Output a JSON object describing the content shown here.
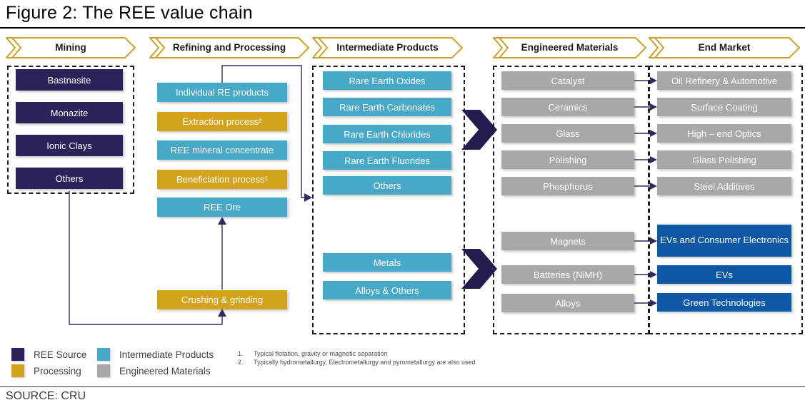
{
  "title": "Figure 2: The REE value chain",
  "source": "SOURCE: CRU",
  "headers": [
    "Mining",
    "Refining and Processing",
    "Intermediate Products",
    "Engineered Materials",
    "End Market"
  ],
  "mining": {
    "items": [
      "Bastnasite",
      "Monazite",
      "Ionic Clays",
      "Others"
    ]
  },
  "refining": {
    "items": [
      "Individual RE products",
      "Extraction process²",
      "REE mineral concentrate",
      "Beneficiation process¹",
      "REE Ore",
      "Crushing & grinding"
    ]
  },
  "intermediate": {
    "items": [
      "Rare Earth Oxides",
      "Rare Earth Carbonates",
      "Rare Earth Chlorides",
      "Rare Earth Fluorides",
      "Others",
      "Metals",
      "Alloys & Others"
    ]
  },
  "engineered": {
    "items": [
      "Catalyst",
      "Ceramics",
      "Glass",
      "Polishing",
      "Phosphorus",
      "Magnets",
      "Batteries (NiMH)",
      "Alloys"
    ]
  },
  "end_market": {
    "items": [
      "Oil Refinery & Automotive",
      "Surface Coating",
      "High – end Optics",
      "Glass Polishing",
      "Steel Additives",
      "EVs and Consumer Electronics",
      "EVs",
      "Green Technologies"
    ]
  },
  "legend": {
    "items": [
      {
        "label": "REE Source",
        "color": "#2a2359"
      },
      {
        "label": "Processing",
        "color": "#d4a31d"
      },
      {
        "label": "Intermediate Products",
        "color": "#47a8c8"
      },
      {
        "label": "Engineered Materials",
        "color": "#a8a8a8"
      }
    ]
  },
  "footnotes": [
    {
      "num": "1.",
      "text": "Typical flotation, gravity or magnetic separation"
    },
    {
      "num": "2.",
      "text": "Typically hydrometallurgy, Electrometallurgy and pyrometallurgy are also used"
    }
  ],
  "colors": {
    "ree_source_navy": "#2a2359",
    "processing_gold": "#d4a31d",
    "intermediate_teal": "#47a8c8",
    "engineered_gray": "#a8a8a8",
    "end_market_blue": "#0f57a4",
    "flow_arrow_navy": "#221d4e",
    "header_border_gold": "#c9a22b"
  }
}
